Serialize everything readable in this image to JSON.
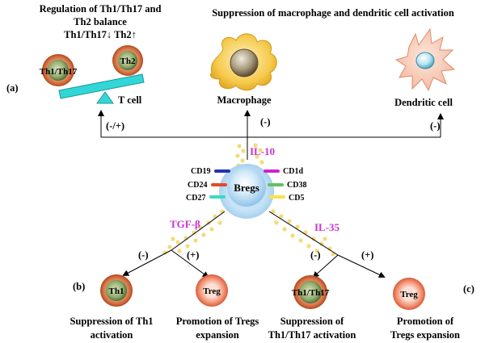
{
  "panel_labels": {
    "a": "(a)",
    "b": "(b)",
    "c": "(c)"
  },
  "top_left": {
    "title_line1": "Regulation of Th1/Th17 and",
    "title_line2": "Th2 balance",
    "title_line3": "Th1/Th17↓  Th2↑",
    "cell_th1th17": "Th1/Th17",
    "cell_th2": "Th2",
    "tcell_label": "T cell",
    "effect": "(-/+)"
  },
  "top_middle": {
    "title": "Suppression of macrophage  and dendritic cell activation",
    "macrophage_label": "Macrophage",
    "effect": "(-)"
  },
  "top_right": {
    "dendritic_label": "Dendritic cell",
    "effect": "(-)"
  },
  "center": {
    "bregs_label": "Bregs",
    "il10": "IL-10",
    "tgfb": "TGF-β",
    "il35": "IL-35",
    "markers_left": [
      "CD19",
      "CD24",
      "CD27"
    ],
    "markers_right": [
      "CD1d",
      "CD38",
      "CD5"
    ]
  },
  "bottom_left": {
    "effect_minus": "(-)",
    "effect_plus": "(+)",
    "cell_th1": "Th1",
    "cell_treg": "Treg",
    "caption1_line1": "Suppression of Th1",
    "caption1_line2": "activation",
    "caption2_line1": "Promotion of Tregs",
    "caption2_line2": "expansion"
  },
  "bottom_right": {
    "effect_minus": "(-)",
    "effect_plus": "(+)",
    "cell_th1th17": "Th1/Th17",
    "cell_treg": "Treg",
    "caption1_line1": "Suppression of",
    "caption1_line2": "Th1/Th17 activation",
    "caption2_line1": "Promotion of",
    "caption2_line2": "Tregs expansion"
  },
  "colors": {
    "magenta_text": "#cc33cc",
    "balance_beam": "#33d6d6",
    "bregs_cell": "#a9d3ef",
    "dots": "#f2dc7a",
    "marker_cd19": "#2233bb",
    "marker_cd24": "#e24a2a",
    "marker_cd27": "#3cd8c8",
    "marker_cd1d": "#d022c8",
    "marker_cd38": "#66c060",
    "marker_cd5": "#f5e34a"
  }
}
